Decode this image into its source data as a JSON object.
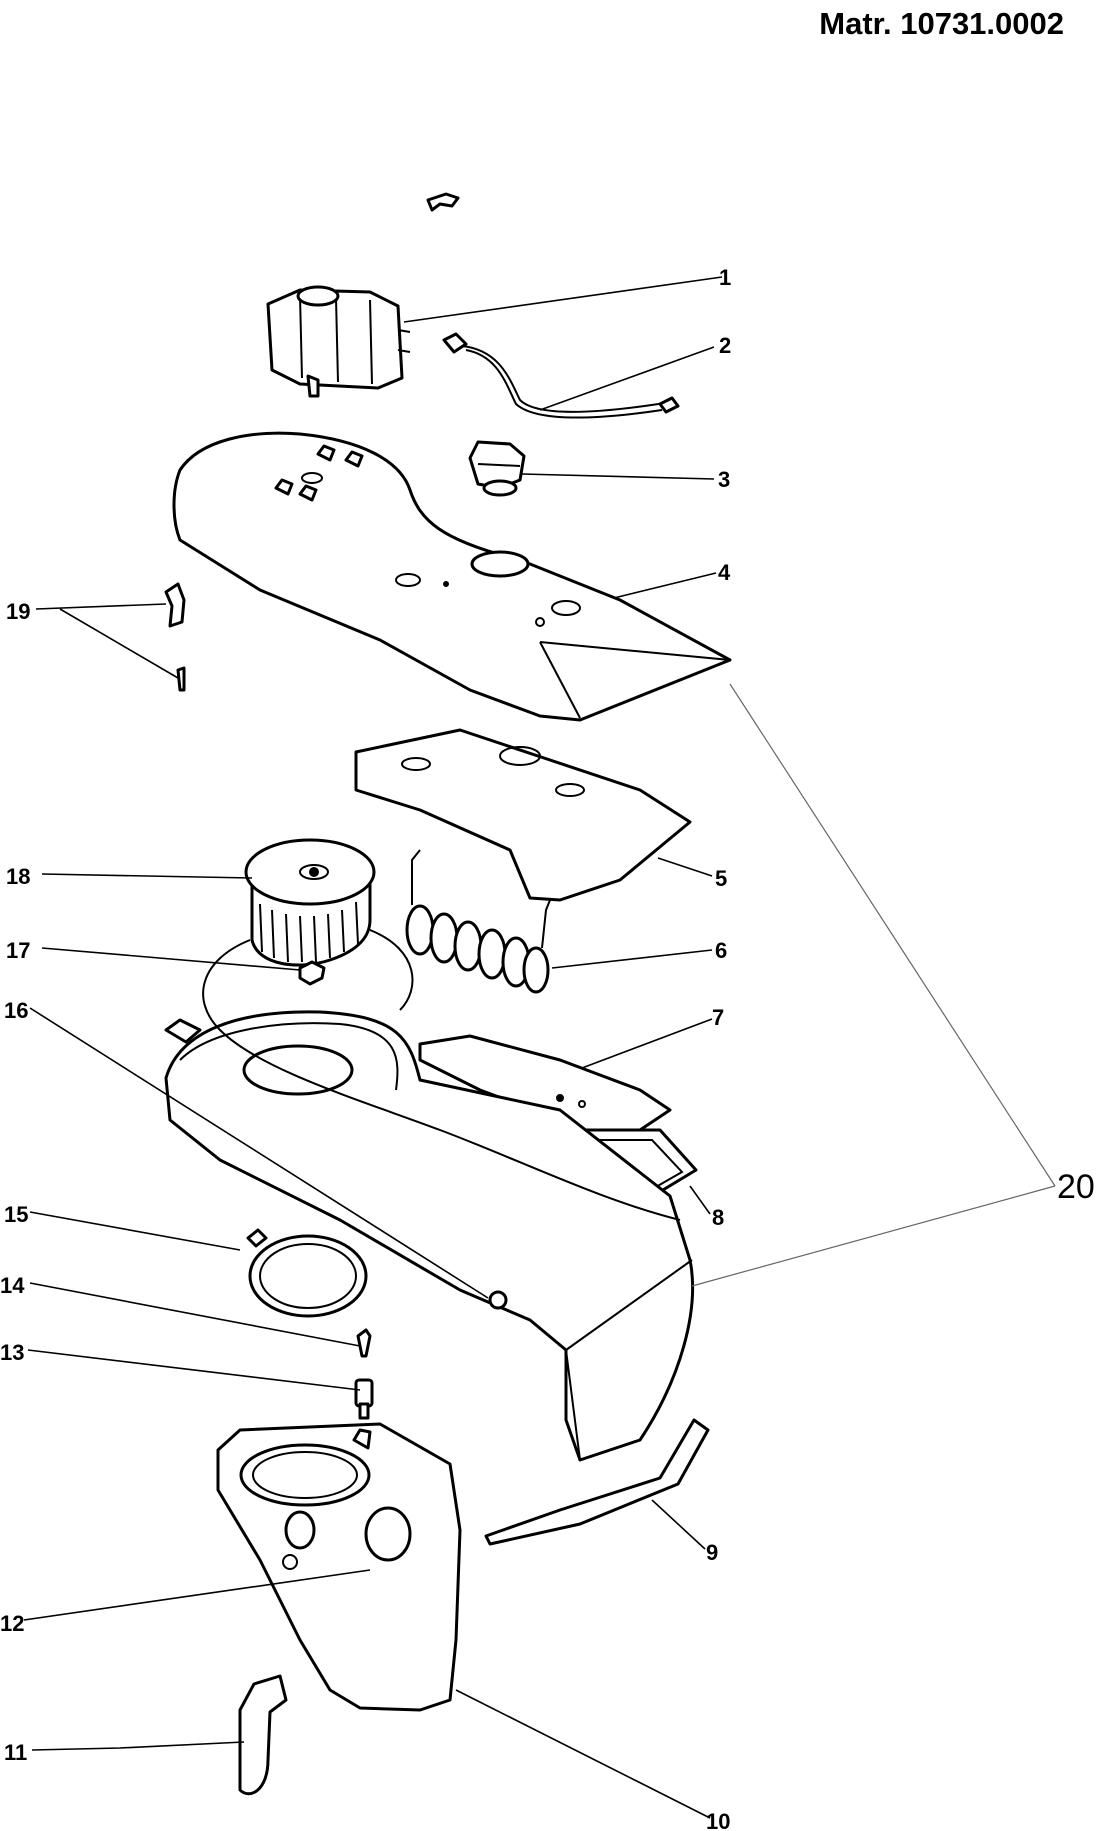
{
  "header": {
    "matr": "Matr. 10731.0002"
  },
  "callouts": [
    {
      "id": "1",
      "text": "1"
    },
    {
      "id": "2",
      "text": "2"
    },
    {
      "id": "3",
      "text": "3"
    },
    {
      "id": "4",
      "text": "4"
    },
    {
      "id": "5",
      "text": "5"
    },
    {
      "id": "6",
      "text": "6"
    },
    {
      "id": "7",
      "text": "7"
    },
    {
      "id": "8",
      "text": "8"
    },
    {
      "id": "9",
      "text": "9"
    },
    {
      "id": "10",
      "text": "10"
    },
    {
      "id": "11",
      "text": "11"
    },
    {
      "id": "12",
      "text": "12"
    },
    {
      "id": "13",
      "text": "13"
    },
    {
      "id": "14",
      "text": "14"
    },
    {
      "id": "15",
      "text": "15"
    },
    {
      "id": "16",
      "text": "16"
    },
    {
      "id": "17",
      "text": "17"
    },
    {
      "id": "18",
      "text": "18"
    },
    {
      "id": "19",
      "text": "19"
    },
    {
      "id": "20",
      "text": "20"
    }
  ]
}
